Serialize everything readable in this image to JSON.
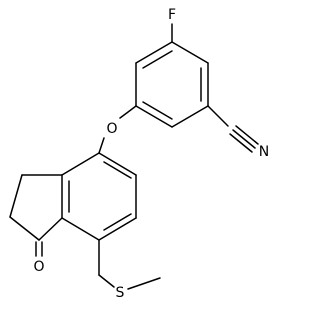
{
  "molecule": {
    "atoms": {
      "fluorine": "F",
      "nitrogen": "N",
      "ether_oxygen": "O",
      "ketone_oxygen": "O",
      "sulfur": "S"
    }
  }
}
